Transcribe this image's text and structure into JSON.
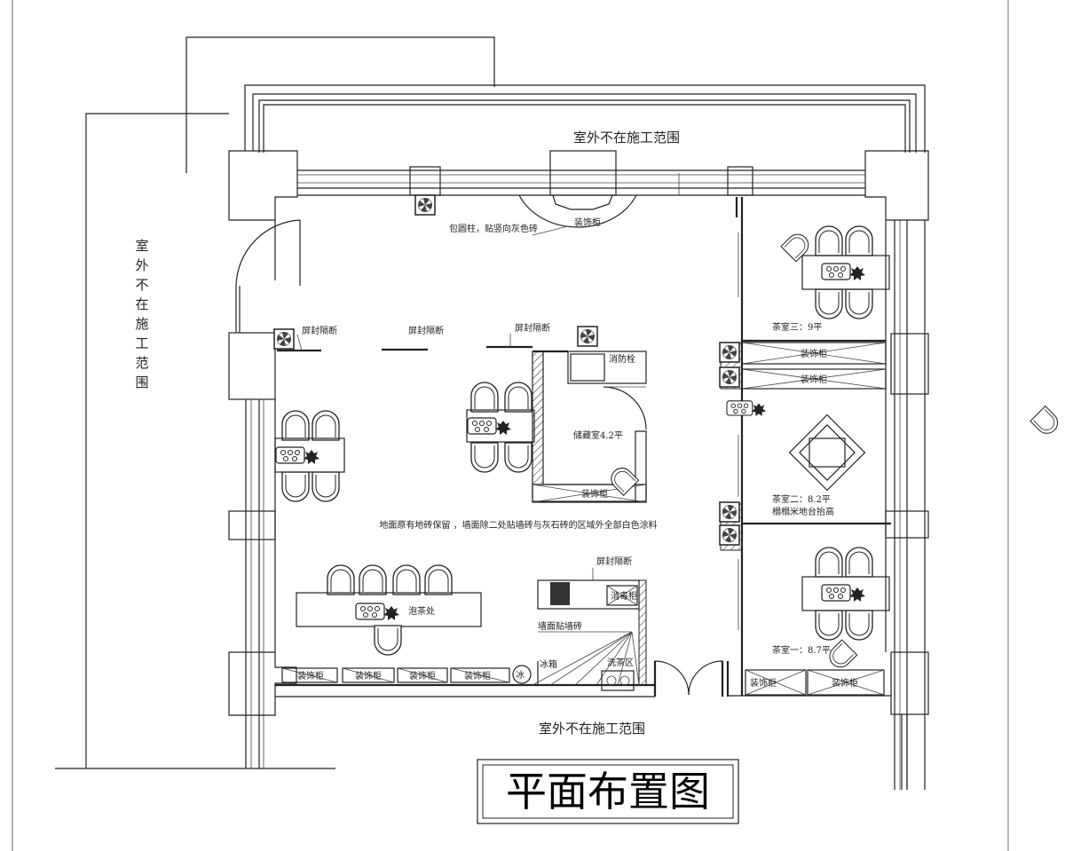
{
  "title": "平面布置图",
  "labels": {
    "outdoor_top": "室外不在施工范围",
    "outdoor_left": "室外不在施工范围",
    "outdoor_bottom": "室外不在施工范围",
    "cabinet": "装饰柜",
    "column_note": "包圆柱，贴竖向灰色砖",
    "partition": "屏封隔断",
    "hydrant": "消防栓",
    "storage": "储藏室4.2平",
    "floor_note": "地面原有地砖保留 ，墙面除二处贴墙砖与灰石砖的区域外全部白色涂料",
    "tea_bar": "泡茶处",
    "wall_tile": "墙面贴墙砖",
    "fridge": "冰箱",
    "ice": "冰",
    "tea_wash": "洗茶区",
    "disinfect": "消毒柜",
    "room3": "茶室三：9平",
    "room2_a": "茶室二：8.2平",
    "room2_b": "榻榻米地台抬高",
    "room1": "茶室一：8.7平"
  }
}
